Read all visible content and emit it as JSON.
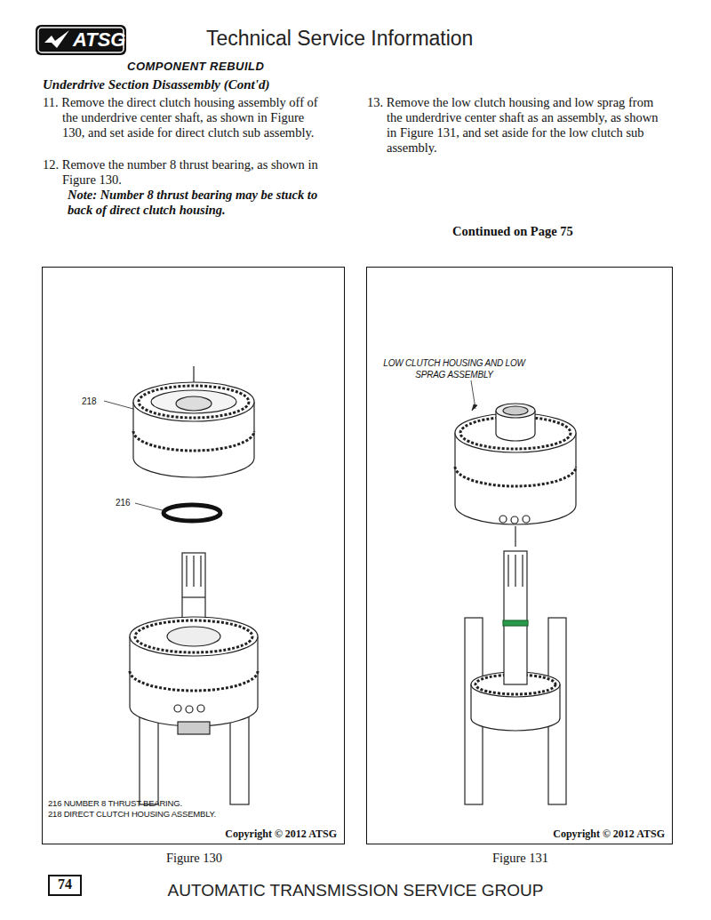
{
  "diagram": {
    "title": "Technical Service Information",
    "nodes": [
      {
        "text": [
          "218",
          "216",
          "216 NUMBER 8 THRUST BEARING.",
          "218 DIRECT CLUTCH HOUSING ASSEMBLY.",
          "Copyright © 2012 ATSG",
          "Figure 130"
        ]
      },
      {
        "text": [
          "LOW CLUTCH HOUSING AND LOW SPRAG ASSEMBLY",
          "Copyright © 2012 ATSG",
          "Figure 131"
        ]
      }
    ],
    "labels": [
      "ATSG",
      "COMPONENT REBUILD",
      "Underdrive Section Disassembly (Cont'd)",
      "11. Remove the direct clutch housing assembly off of the underdrive center shaft, as shown in Figure 130, and set aside for direct clutch sub assembly.",
      "12. Remove the number 8 thrust bearing, as shown in Figure 130.",
      "Note: Number 8 thrust bearing may be stuck to back of direct clutch housing.",
      "13. Remove the low clutch housing and low sprag from the underdrive center shaft as an assembly, as shown in Figure 131, and set aside for the low clutch sub assembly.",
      "Continued on Page 75",
      "74",
      "AUTOMATIC TRANSMISSION SERVICE GROUP"
    ]
  }
}
